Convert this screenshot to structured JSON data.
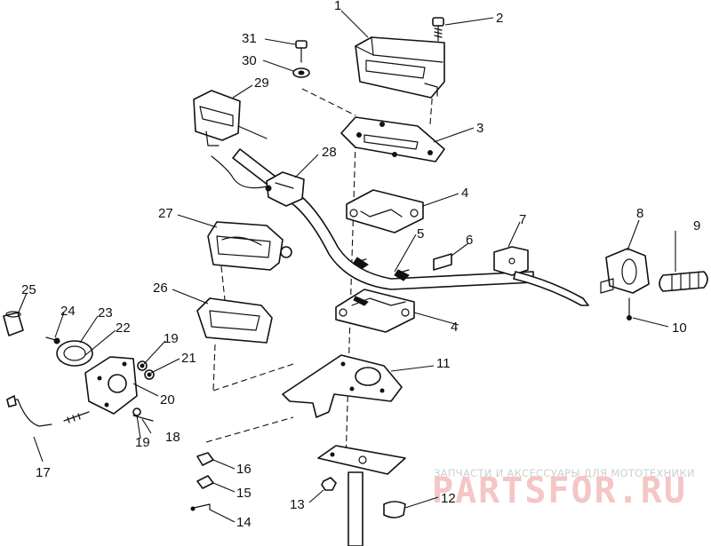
{
  "callouts": {
    "c1": "1",
    "c2": "2",
    "c3": "3",
    "c4a": "4",
    "c4b": "4",
    "c5": "5",
    "c6": "6",
    "c7": "7",
    "c8": "8",
    "c9": "9",
    "c10": "10",
    "c11": "11",
    "c12": "12",
    "c13": "13",
    "c14": "14",
    "c15": "15",
    "c16": "16",
    "c17": "17",
    "c18": "18",
    "c19a": "19",
    "c19b": "19",
    "c20": "20",
    "c21": "21",
    "c22": "22",
    "c23": "23",
    "c24": "24",
    "c25": "25",
    "c26": "26",
    "c27": "27",
    "c28": "28",
    "c29": "29",
    "c30": "30",
    "c31": "31"
  },
  "watermark": {
    "tagline": "ЗАПЧАСТИ И АКСЕССУАРЫ ДЛЯ МОТОТЕХНИКИ",
    "logo": "PARTSFOR.RU"
  },
  "colors": {
    "ink": "#111111",
    "paper": "#ffffff",
    "watermark_logo": "#f4c6c6",
    "watermark_text": "#cfcfcf"
  }
}
